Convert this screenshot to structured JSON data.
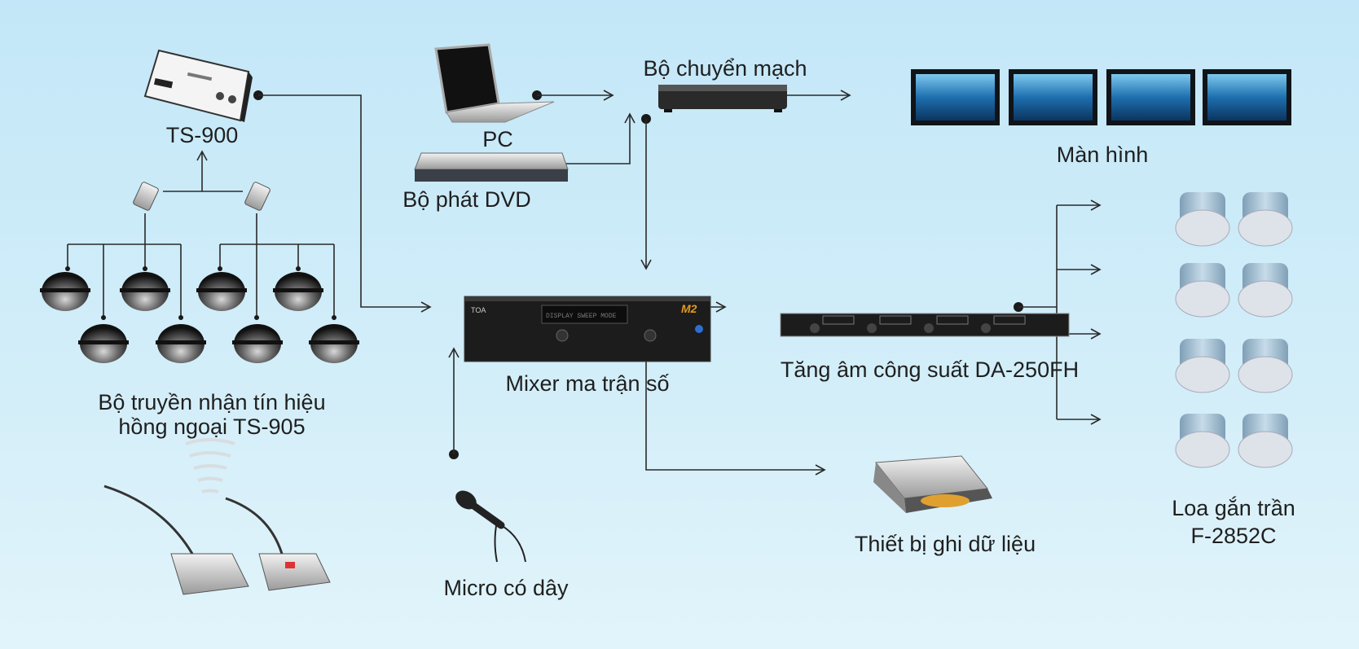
{
  "diagram": {
    "nodes": {
      "ts900": {
        "label": "TS-900"
      },
      "pc": {
        "label": "PC"
      },
      "dvd": {
        "label": "Bộ phát DVD"
      },
      "switcher": {
        "label": "Bộ chuyển mạch"
      },
      "monitors": {
        "label": "Màn hình"
      },
      "mixer": {
        "label": "Mixer ma trận số",
        "brand": "TOA",
        "model_badge": "M2",
        "display_text": "DISPLAY SWEEP MODE"
      },
      "amplifier": {
        "label": "Tăng âm công suất DA-250FH"
      },
      "speakers": {
        "label_line1": "Loa gắn trần",
        "label_line2": "F-2852C"
      },
      "recorder": {
        "label": "Thiết bị ghi dữ liệu"
      },
      "microphone": {
        "label": "Micro có dây"
      },
      "ir_transceiver": {
        "label_line1": "Bộ truyền nhận tín hiệu",
        "label_line2": "hồng ngoại TS-905"
      }
    },
    "colors": {
      "background_top": "#c3e7f8",
      "background_bottom": "#e2f4fb",
      "line": "#2a2a2a"
    }
  }
}
